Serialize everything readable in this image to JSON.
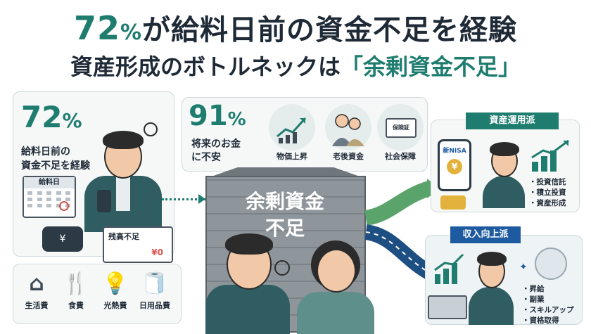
{
  "headline": {
    "pct_num": "72",
    "pct_sign": "%",
    "rest": "が給料日前の資金不足を経験"
  },
  "subheadline": {
    "prefix": "資産形成のボトルネックは",
    "accent": "「余剰資金不足」"
  },
  "left_card": {
    "stat_num": "72",
    "stat_sign": "%",
    "line1": "給料日前の",
    "line2": "資金不足を経験",
    "calendar_label": "給料日",
    "wallet_symbol": "¥",
    "receipt_title": "残高不足",
    "receipt_value": "¥0"
  },
  "icons": [
    {
      "label": "生活費",
      "icon": "house-icon",
      "glyph": "⌂"
    },
    {
      "label": "食費",
      "icon": "utensils-icon",
      "glyph": "🍴"
    },
    {
      "label": "光熱費",
      "icon": "bulb-icon",
      "glyph": "💡"
    },
    {
      "label": "日用品費",
      "icon": "toiletries-icon",
      "glyph": "🧻"
    }
  ],
  "mid_card": {
    "stat_num": "91",
    "stat_sign": "%",
    "line1": "将来のお金",
    "line2": "に不安",
    "items": [
      {
        "label": "物価上昇",
        "icon": "price-rise-icon"
      },
      {
        "label": "老後資金",
        "icon": "elderly-couple-icon"
      },
      {
        "label": "社会保障",
        "icon": "insurance-card-icon",
        "card_text": "保険証"
      }
    ]
  },
  "wall": {
    "line1": "余剰資金",
    "line2": "不足"
  },
  "right_investment": {
    "title": "資産運用派",
    "phone_text": "新NISA",
    "bullets": [
      "・投資信託",
      "・積立投資",
      "・資産形成"
    ]
  },
  "right_income": {
    "title": "収入向上派",
    "bullets": [
      "・昇給",
      "・副業",
      "・スキルアップ",
      "・資格取得"
    ]
  },
  "colors": {
    "accent_green": "#1e7d6f",
    "accent_blue": "#1e5aa0",
    "dark_text": "#1f2a37"
  }
}
